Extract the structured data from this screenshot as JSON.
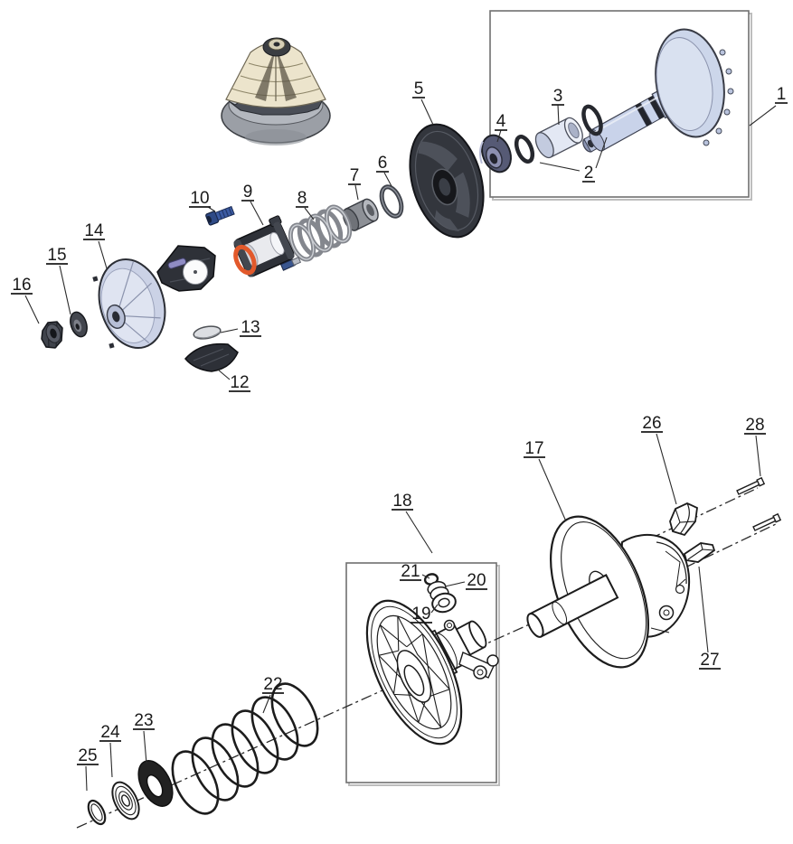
{
  "labels": {
    "l1": "1",
    "l2": "2",
    "l3": "3",
    "l4": "4",
    "l5": "5",
    "l6": "6",
    "l7": "7",
    "l8": "8",
    "l9": "9",
    "l10": "10",
    "l12": "12",
    "l13": "13",
    "l14": "14",
    "l15": "15",
    "l16": "16",
    "l17": "17",
    "l18": "18",
    "l19": "19",
    "l20": "20",
    "l21": "21",
    "l22": "22",
    "l23": "23",
    "l24": "24",
    "l25": "25",
    "l26": "26",
    "l27": "27",
    "l28": "28"
  },
  "colors": {
    "paper": "#ffffff",
    "line_art": "#1c1c1c",
    "detail_box": "#707070",
    "steel_blue": "#ccd5e9",
    "charcoal": "#32353c",
    "orange_ring": "#e2592b",
    "bolt_blue": "#3a568f",
    "cone_beige": "#ece4cc",
    "disc_gray": "#9b9fa6",
    "spring_silver": "#85888f",
    "label_text": "#1a1a1a"
  }
}
